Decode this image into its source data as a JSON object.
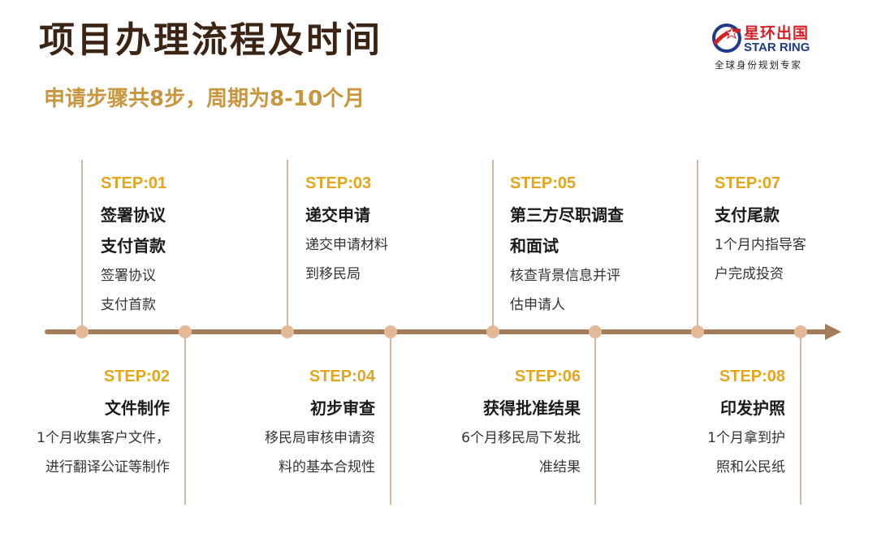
{
  "header": {
    "title": "项目办理流程及时间",
    "subtitle": "申请步骤共8步，周期为8-10个月"
  },
  "logo": {
    "name_cn": "星环出国",
    "name_en": "STAR RING",
    "tagline": "全球身份规划专家"
  },
  "colors": {
    "title": "#3c2414",
    "subtitle": "#c8963e",
    "step_label": "#e5a51b",
    "timeline": "#a47c5a",
    "dot": "#e3b997"
  },
  "steps": [
    {
      "label": "STEP:01",
      "title_lines": [
        "签署协议",
        "支付首款"
      ],
      "desc_lines": [
        "签署协议",
        "支付首款"
      ]
    },
    {
      "label": "STEP:02",
      "title_lines": [
        "文件制作"
      ],
      "desc_lines": [
        "1个月收集客户文件，",
        "进行翻译公证等制作"
      ]
    },
    {
      "label": "STEP:03",
      "title_lines": [
        "递交申请"
      ],
      "desc_lines": [
        "递交申请材料",
        "到移民局"
      ]
    },
    {
      "label": "STEP:04",
      "title_lines": [
        "初步审查"
      ],
      "desc_lines": [
        "移民局审核申请资",
        "料的基本合规性"
      ]
    },
    {
      "label": "STEP:05",
      "title_lines": [
        "第三方尽职调查",
        "和面试"
      ],
      "desc_lines": [
        "核查背景信息并评",
        "估申请人"
      ]
    },
    {
      "label": "STEP:06",
      "title_lines": [
        "获得批准结果"
      ],
      "desc_lines": [
        "6个月移民局下发批",
        "准结果"
      ]
    },
    {
      "label": "STEP:07",
      "title_lines": [
        "支付尾款"
      ],
      "desc_lines": [
        "1个月内指导客",
        "户完成投资"
      ]
    },
    {
      "label": "STEP:08",
      "title_lines": [
        "印发护照"
      ],
      "desc_lines": [
        "1个月拿到护",
        "照和公民纸"
      ]
    }
  ]
}
